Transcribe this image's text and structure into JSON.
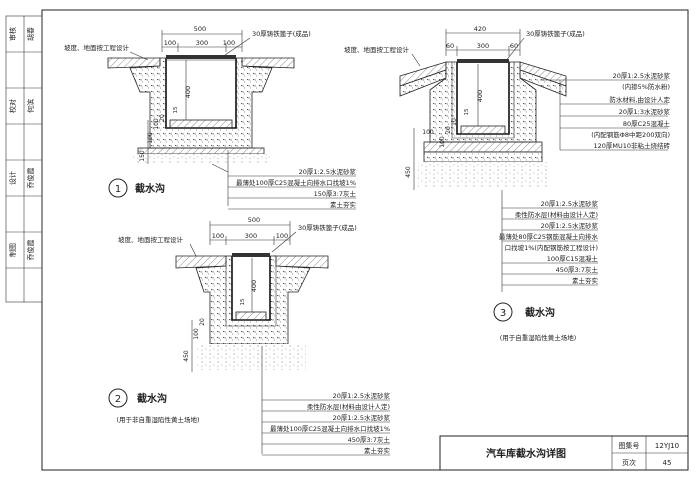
{
  "title_block": {
    "drawing_title": "汽车库截水沟详图",
    "atlas_label": "图集号",
    "atlas_no": "12YJ10",
    "page_label": "页次",
    "page_no": "45"
  },
  "side_block": {
    "rows": [
      "审核",
      "胡春",
      "校对",
      "何滨",
      "设计",
      "乔俊霞",
      "制图",
      "乔俊霞"
    ]
  },
  "diagram1": {
    "number": "1",
    "name": "截水沟",
    "dim_top_total": "500",
    "dim_top": [
      "100",
      "300",
      "100"
    ],
    "grate_note": "30厚铸铁篦子(成品)",
    "slope_note": "坡度、地面按工程设计",
    "dim_depth": "400",
    "dim_small": "15",
    "dim_bottom": [
      "100",
      "100",
      "20"
    ],
    "dim_base": "150",
    "layers": [
      "20厚1:2.5水泥砂浆",
      "最薄处100厚C25混凝土向排水口找坡1%",
      "150厚3:7灰土",
      "素土夯实"
    ]
  },
  "diagram2": {
    "number": "2",
    "name": "截水沟",
    "caption": "(用于非自重湿陷性黄土场地)",
    "dim_top_total": "500",
    "dim_top": [
      "100",
      "300",
      "100"
    ],
    "grate_note": "30厚铸铁篦子(成品)",
    "slope_note": "坡度、地面按工程设计",
    "dim_depth": "400",
    "dim_small": "15",
    "dim_bottom": [
      "100",
      "20"
    ],
    "dim_base": "450",
    "layers": [
      "20厚1:2.5水泥砂浆",
      "柔性防水层(材料由设计人定)",
      "20厚1:2.5水泥砂浆",
      "最薄处100厚C25混凝土向排水口找坡1%",
      "450厚3:7灰土",
      "素土夯实"
    ]
  },
  "diagram3": {
    "number": "3",
    "name": "截水沟",
    "caption": "(用于自重湿陷性黄土场地)",
    "dim_top_total": "420",
    "dim_top": [
      "60",
      "300",
      "60"
    ],
    "grate_note": "30厚铸铁篦子(成品)",
    "slope_note": "坡度、地面按工程设计",
    "dim_depth": "400",
    "dim_small": "15",
    "dim_side": "100",
    "dim_bottom": [
      "100",
      "20",
      "10"
    ],
    "dim_base": "450",
    "upper_layers": [
      "20厚1:2.5水泥砂浆",
      "(内掺5%防水粉)",
      "防水材料,由设计人定",
      "20厚1:3水泥砂浆",
      "80厚C25混凝土",
      "(内配钢筋Φ8中距200双向)",
      "120厚MU10非粘土烧结砖"
    ],
    "layers": [
      "20厚1:2.5水泥砂浆",
      "柔性防水层(材料由设计人定)",
      "20厚1:2.5水泥砂浆",
      "最薄处80厚C25钢筋混凝土向排水",
      "口找坡1%(内配钢筋按工程设计)",
      "100厚C15混凝土",
      "450厚3:7灰土",
      "素土夯实"
    ]
  }
}
